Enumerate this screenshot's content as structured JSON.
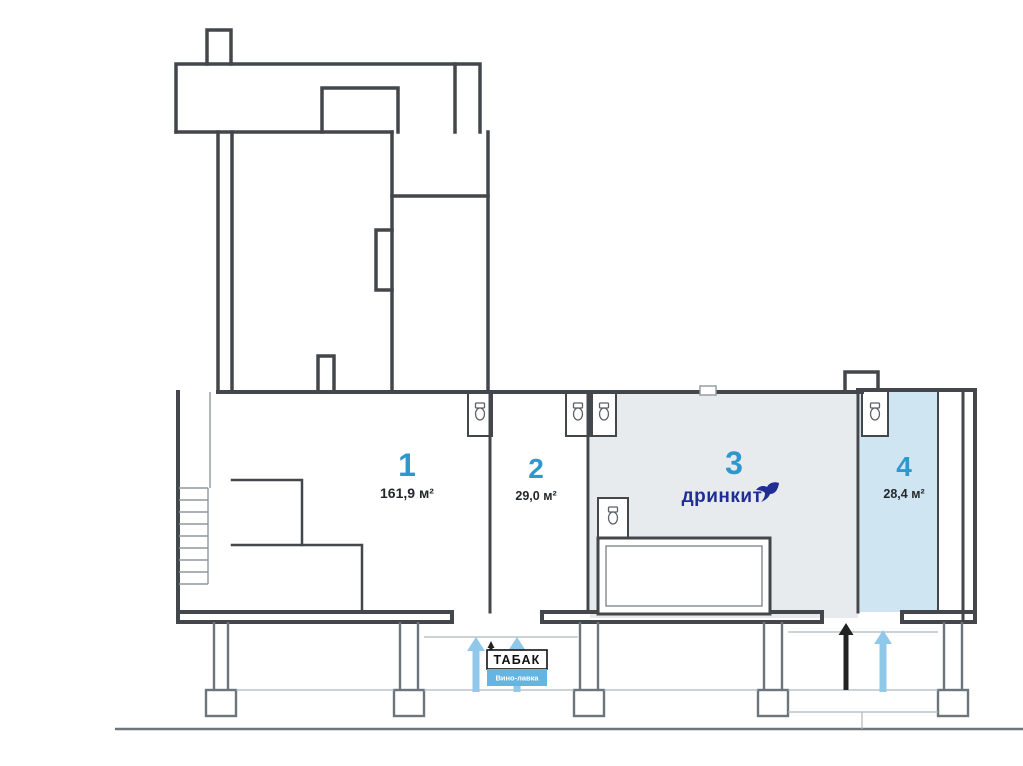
{
  "floorplan": {
    "units": [
      {
        "number": "1",
        "area": "161,9 м²"
      },
      {
        "number": "2",
        "area": "29,0 м²"
      },
      {
        "number": "3",
        "brand": "дринкит"
      },
      {
        "number": "4",
        "area": "28,4 м²"
      }
    ],
    "storefront": {
      "tabak_sign": "ТАБАК",
      "tabak_sub": "Вино-лавка"
    },
    "colors": {
      "unit_number_blue": "#3096ce",
      "brand_navy": "#1f2d94",
      "occupied_unit_fill": "#e8ebee",
      "available_unit_fill": "#d0e5f2",
      "entrance_arrow_blue": "#8fc8e9",
      "entrance_arrow_black": "#222222",
      "wall_color": "#43474b"
    }
  }
}
